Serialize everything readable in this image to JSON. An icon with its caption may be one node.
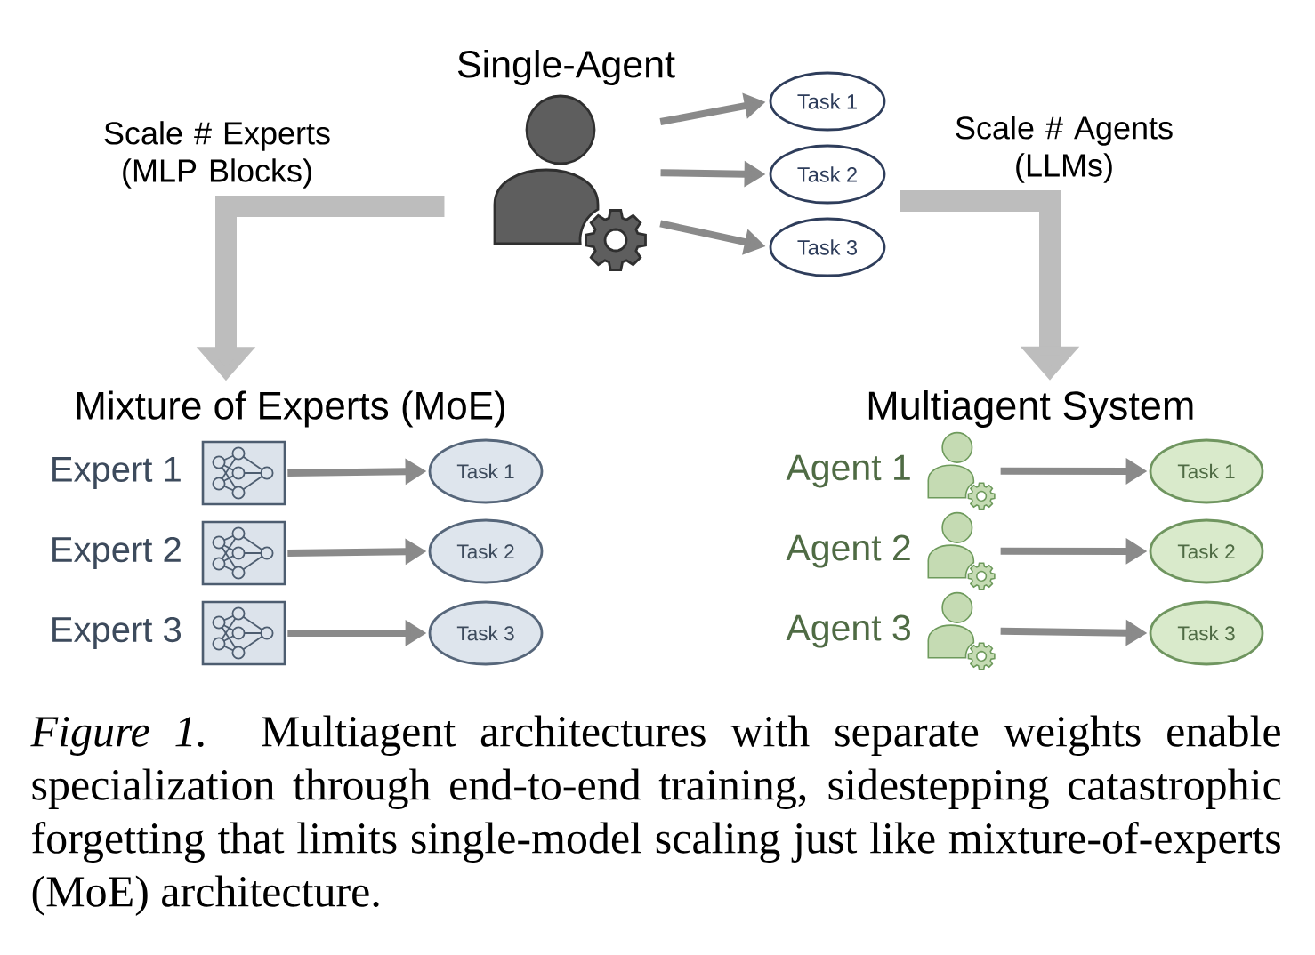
{
  "diagram": {
    "caption": "*Figure 1.* Multiagent architectures with separate weights enable specialization through end-to-end training, sidestepping catastrophic forgetting that limits single-model scaling just like mixture-of-experts (MoE) architecture.",
    "nodes": [
      {
        "text": [
          "Single-Agent"
        ]
      },
      {
        "text": [
          "Task 1"
        ]
      },
      {
        "text": [
          "Task 2"
        ]
      },
      {
        "text": [
          "Task 3"
        ]
      },
      {
        "text": [
          "Mixture of Experts (MoE)"
        ]
      },
      {
        "text": [
          "Multiagent System"
        ]
      },
      {
        "text": [
          "Expert 1"
        ]
      },
      {
        "text": [
          "Task 1"
        ]
      },
      {
        "text": [
          "Expert 2"
        ]
      },
      {
        "text": [
          "Task 2"
        ]
      },
      {
        "text": [
          "Expert 3"
        ]
      },
      {
        "text": [
          "Task 3"
        ]
      },
      {
        "text": [
          "Agent 1"
        ]
      },
      {
        "text": [
          "Task 1"
        ]
      },
      {
        "text": [
          "Agent 2"
        ]
      },
      {
        "text": [
          "Task 2"
        ]
      },
      {
        "text": [
          "Agent 3"
        ]
      },
      {
        "text": [
          "Task 3"
        ]
      }
    ],
    "edges": [
      {
        "from": 0,
        "to": 1,
        "arrow": "to"
      },
      {
        "from": 0,
        "to": 2,
        "arrow": "to"
      },
      {
        "from": 0,
        "to": 3,
        "arrow": "to"
      },
      {
        "from": 0,
        "to": 4,
        "arrow": "to",
        "label": "Scale # Experts (MLP Blocks)",
        "style": "thick"
      },
      {
        "from": null,
        "to": 5,
        "arrow": "to",
        "label": "Scale # Agents (LLMs)",
        "style": "thick"
      },
      {
        "from": 6,
        "to": 7,
        "arrow": "to"
      },
      {
        "from": 8,
        "to": 9,
        "arrow": "to"
      },
      {
        "from": 10,
        "to": 11,
        "arrow": "to"
      },
      {
        "from": 12,
        "to": 13,
        "arrow": "to"
      },
      {
        "from": 14,
        "to": 15,
        "arrow": "to"
      },
      {
        "from": 16,
        "to": 17,
        "arrow": "to"
      }
    ]
  }
}
